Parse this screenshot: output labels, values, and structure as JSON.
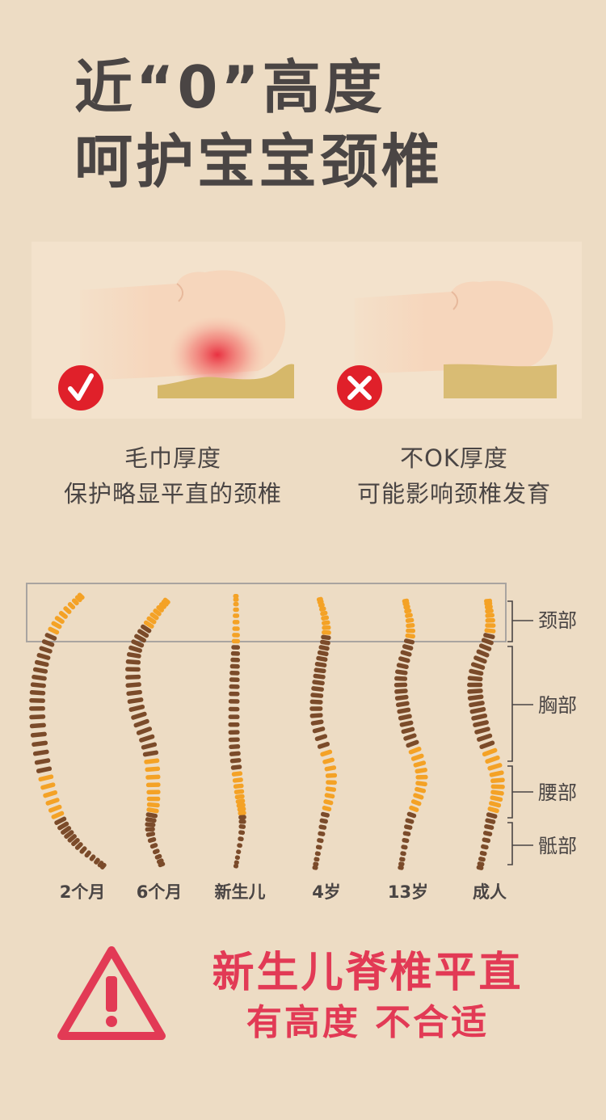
{
  "title": {
    "line1": "近“0”高度",
    "line2": "呵护宝宝颈椎"
  },
  "comparison": {
    "good": {
      "icon": "check-circle-icon",
      "line1": "毛巾厚度",
      "line2": "保护略显平直的颈椎"
    },
    "bad": {
      "icon": "cross-circle-icon",
      "line1": "不OK厚度",
      "line2": "可能影响颈椎发育"
    }
  },
  "spine_chart": {
    "stages": [
      "2个月",
      "6个月",
      "新生儿",
      "4岁",
      "13岁",
      "成人"
    ],
    "regions": [
      "颈部",
      "胸部",
      "腰部",
      "骶部"
    ]
  },
  "warning": {
    "icon": "warning-triangle-icon",
    "line1": "新生儿脊椎平直",
    "line2": "有高度  不合适"
  },
  "colors": {
    "background": "#eddcc4",
    "title_text": "#4a4544",
    "warning_red": "#e23a55",
    "check_red": "#e0202a",
    "vertebra_orange": "#f4a226",
    "vertebra_brown": "#7b4b2a",
    "pillow_gold": "#d6b86a"
  }
}
